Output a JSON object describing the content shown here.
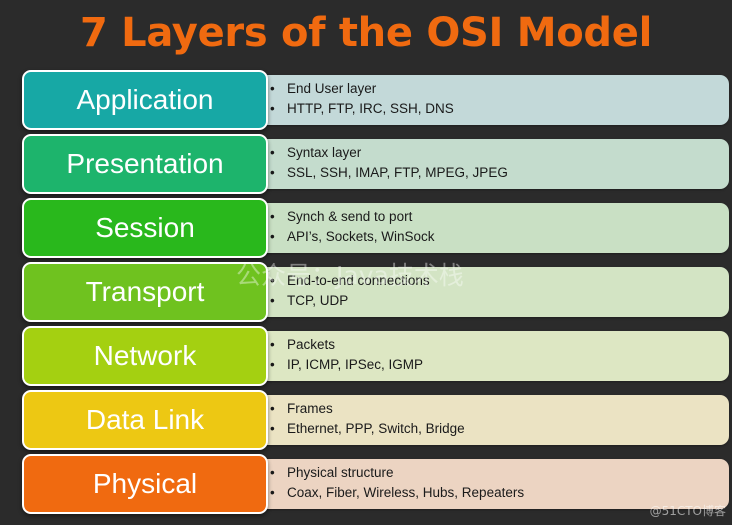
{
  "title": "7 Layers of the OSI Model",
  "watermark": "公众号：Java技术栈",
  "credit": "@51CTO博客",
  "layers": [
    {
      "name": "Application",
      "box_color": "#17a8a5",
      "desc_color": "#c3d9d9",
      "items": [
        "End User layer",
        "HTTP, FTP, IRC, SSH, DNS"
      ]
    },
    {
      "name": "Presentation",
      "box_color": "#1db46c",
      "desc_color": "#c4dccd",
      "items": [
        "Syntax layer",
        "SSL, SSH, IMAP, FTP, MPEG, JPEG"
      ]
    },
    {
      "name": "Session",
      "box_color": "#29b81c",
      "desc_color": "#c9e0c4",
      "items": [
        "Synch & send to port",
        "API’s, Sockets, WinSock"
      ]
    },
    {
      "name": "Transport",
      "box_color": "#6fc21f",
      "desc_color": "#d3e4c4",
      "items": [
        "End-to-end connections",
        "TCP, UDP"
      ]
    },
    {
      "name": "Network",
      "box_color": "#a4d011",
      "desc_color": "#dde7c3",
      "items": [
        "Packets",
        "IP, ICMP, IPSec, IGMP"
      ]
    },
    {
      "name": "Data Link",
      "box_color": "#edc813",
      "desc_color": "#ebe3c3",
      "items": [
        "Frames",
        "Ethernet, PPP, Switch, Bridge"
      ]
    },
    {
      "name": "Physical",
      "box_color": "#f06a10",
      "desc_color": "#ecd4c2",
      "items": [
        "Physical structure",
        "Coax, Fiber, Wireless, Hubs, Repeaters"
      ]
    }
  ]
}
